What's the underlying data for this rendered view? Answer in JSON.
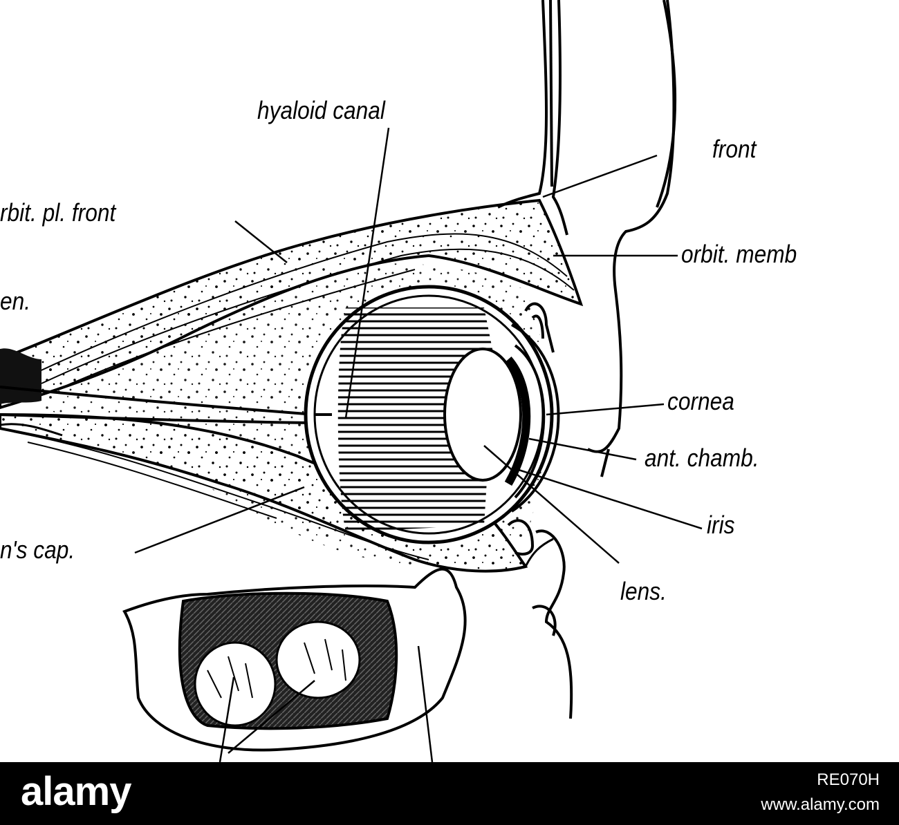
{
  "labels": {
    "hyaloid_canal": "hyaloid canal",
    "front": "front",
    "orbit_pl_front": "rbit. pl. front",
    "orbit_memb": "orbit. memb",
    "en": "en.",
    "cornea": "cornea",
    "ant_chamb": "ant. chamb.",
    "iris": "iris",
    "cap": "n's cap.",
    "lens": "lens."
  },
  "footer": {
    "logo": "alamy",
    "image_id": "RE070H",
    "site": "www.alamy.com"
  },
  "colors": {
    "ink": "#000000",
    "paper": "#ffffff",
    "footer": "#000000"
  }
}
